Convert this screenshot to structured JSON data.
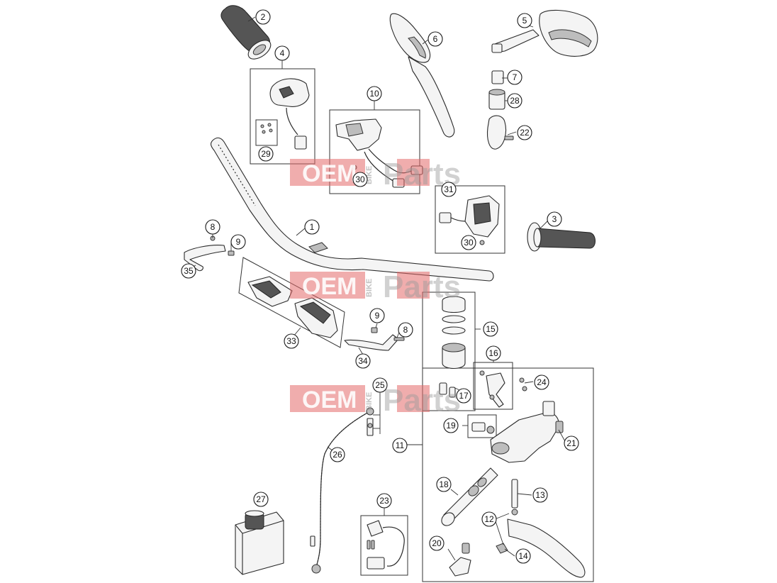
{
  "watermark": {
    "brand_left": "OEM",
    "brand_small": "BIKE",
    "brand_right": "Parts",
    "color": "#e46a6a"
  },
  "callouts": [
    {
      "id": "c1",
      "label": "1"
    },
    {
      "id": "c2",
      "label": "2"
    },
    {
      "id": "c3",
      "label": "3"
    },
    {
      "id": "c4",
      "label": "4"
    },
    {
      "id": "c5",
      "label": "5"
    },
    {
      "id": "c6",
      "label": "6"
    },
    {
      "id": "c7",
      "label": "7"
    },
    {
      "id": "c8a",
      "label": "8"
    },
    {
      "id": "c8b",
      "label": "8"
    },
    {
      "id": "c9a",
      "label": "9"
    },
    {
      "id": "c9b",
      "label": "9"
    },
    {
      "id": "c10",
      "label": "10"
    },
    {
      "id": "c11",
      "label": "11"
    },
    {
      "id": "c12",
      "label": "12"
    },
    {
      "id": "c13",
      "label": "13"
    },
    {
      "id": "c14",
      "label": "14"
    },
    {
      "id": "c15",
      "label": "15"
    },
    {
      "id": "c16",
      "label": "16"
    },
    {
      "id": "c17",
      "label": "17"
    },
    {
      "id": "c18",
      "label": "18"
    },
    {
      "id": "c19",
      "label": "19"
    },
    {
      "id": "c20",
      "label": "20"
    },
    {
      "id": "c21",
      "label": "21"
    },
    {
      "id": "c22",
      "label": "22"
    },
    {
      "id": "c23",
      "label": "23"
    },
    {
      "id": "c24",
      "label": "24"
    },
    {
      "id": "c25",
      "label": "25"
    },
    {
      "id": "c26",
      "label": "26"
    },
    {
      "id": "c27",
      "label": "27"
    },
    {
      "id": "c28",
      "label": "28"
    },
    {
      "id": "c29",
      "label": "29"
    },
    {
      "id": "c30a",
      "label": "30"
    },
    {
      "id": "c30b",
      "label": "30"
    },
    {
      "id": "c31",
      "label": "31"
    },
    {
      "id": "c33",
      "label": "33"
    },
    {
      "id": "c34",
      "label": "34"
    },
    {
      "id": "c35",
      "label": "35"
    }
  ]
}
